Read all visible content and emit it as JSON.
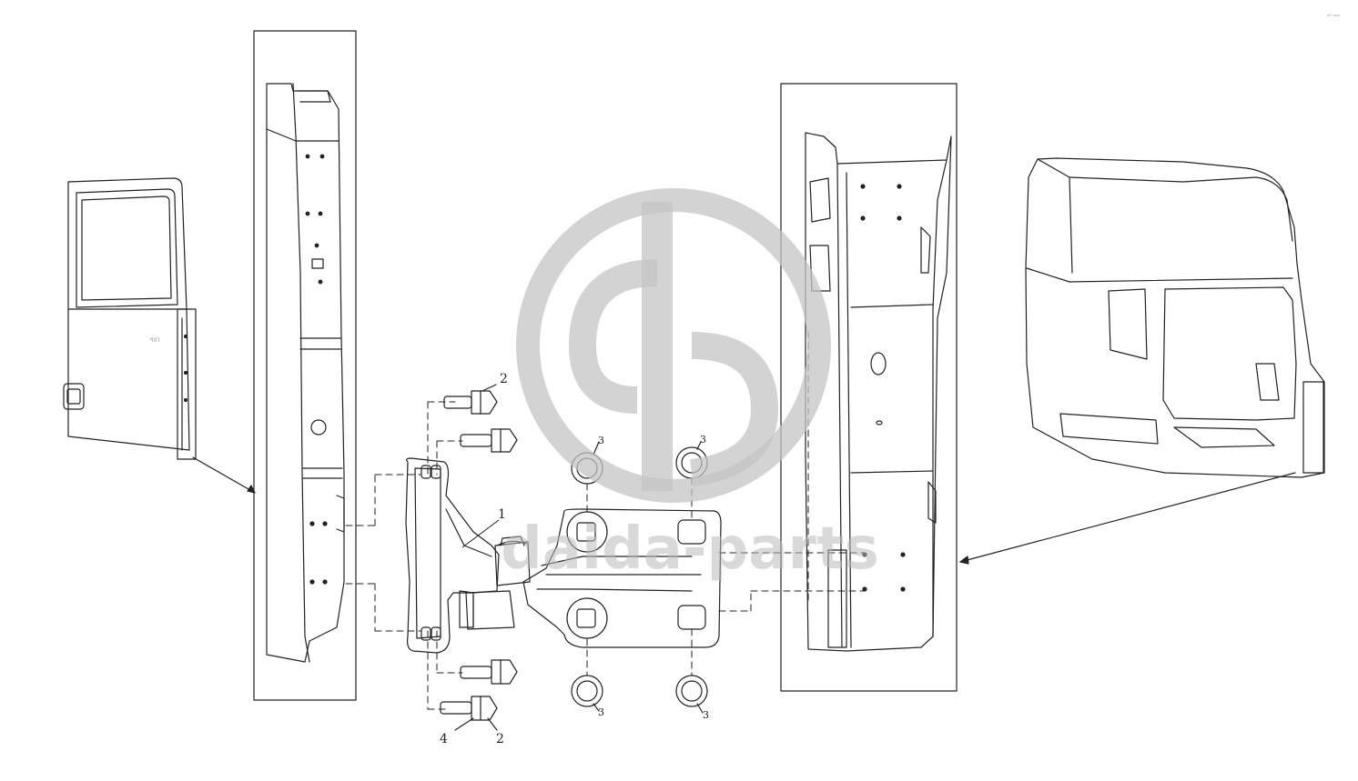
{
  "watermark": {
    "text": "daida-parts",
    "color": "#bcbcbc"
  },
  "corner_mark": "ᵒᴾ ᵒᵒᵒ",
  "part_labels": {
    "p1": "1",
    "p2_top": "2",
    "p2_bottom": "2",
    "p3_a": "3",
    "p3_b": "3",
    "p3_c": "3",
    "p3_d": "3",
    "p4": "4"
  },
  "door_marking": "ꟼ0Ꞁ"
}
